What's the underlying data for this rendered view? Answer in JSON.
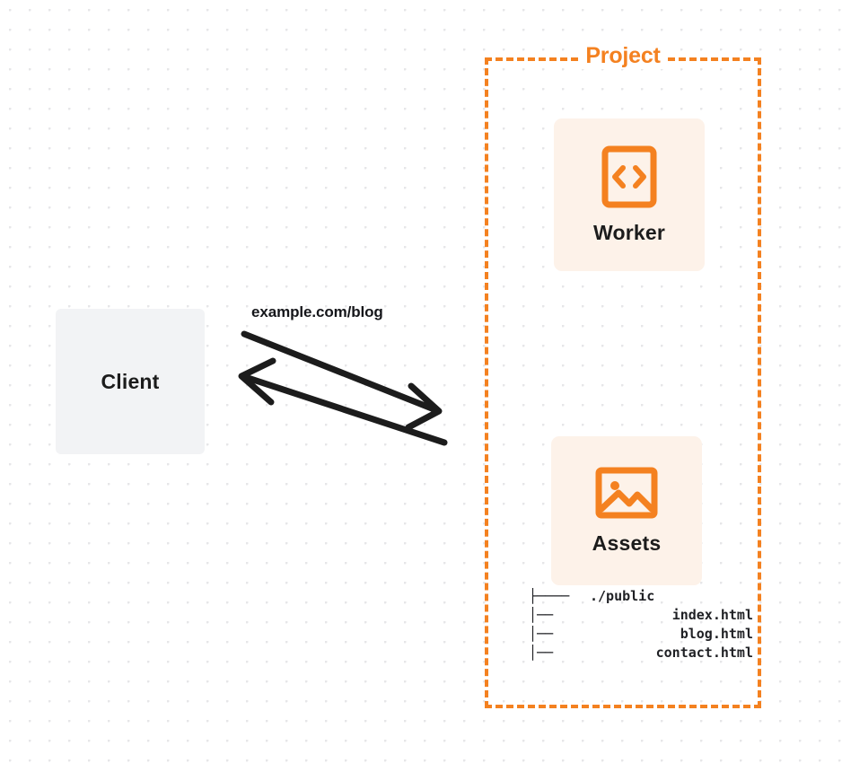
{
  "diagram": {
    "title": "Client to Project Worker and Assets request flow",
    "background": {
      "dot_color": "#e6e6e8",
      "page_color": "#ffffff"
    },
    "colors": {
      "accent_orange": "#f48120",
      "box_cream": "#fdf2e9",
      "client_gray": "#f2f3f5",
      "text_dark": "#1c1c1c"
    },
    "client": {
      "label": "Client",
      "icon": "client-box-icon"
    },
    "connector": {
      "label": "example.com/blog",
      "request_direction": "right",
      "response_direction": "left",
      "stroke_color": "#1c1c1c"
    },
    "project": {
      "title": "Project",
      "border_style": "dashed",
      "nodes": [
        {
          "label": "Worker",
          "icon": "code-brackets-icon"
        },
        {
          "label": "Assets",
          "icon": "image-picture-icon"
        }
      ],
      "file_tree": {
        "rows": [
          {
            "branch": "├────",
            "name": "./public",
            "root": true
          },
          {
            "branch": "│──",
            "name": "index.html",
            "root": false
          },
          {
            "branch": "│──",
            "name": "blog.html",
            "root": false
          },
          {
            "branch": "│──",
            "name": "contact.html",
            "root": false
          }
        ]
      }
    }
  }
}
